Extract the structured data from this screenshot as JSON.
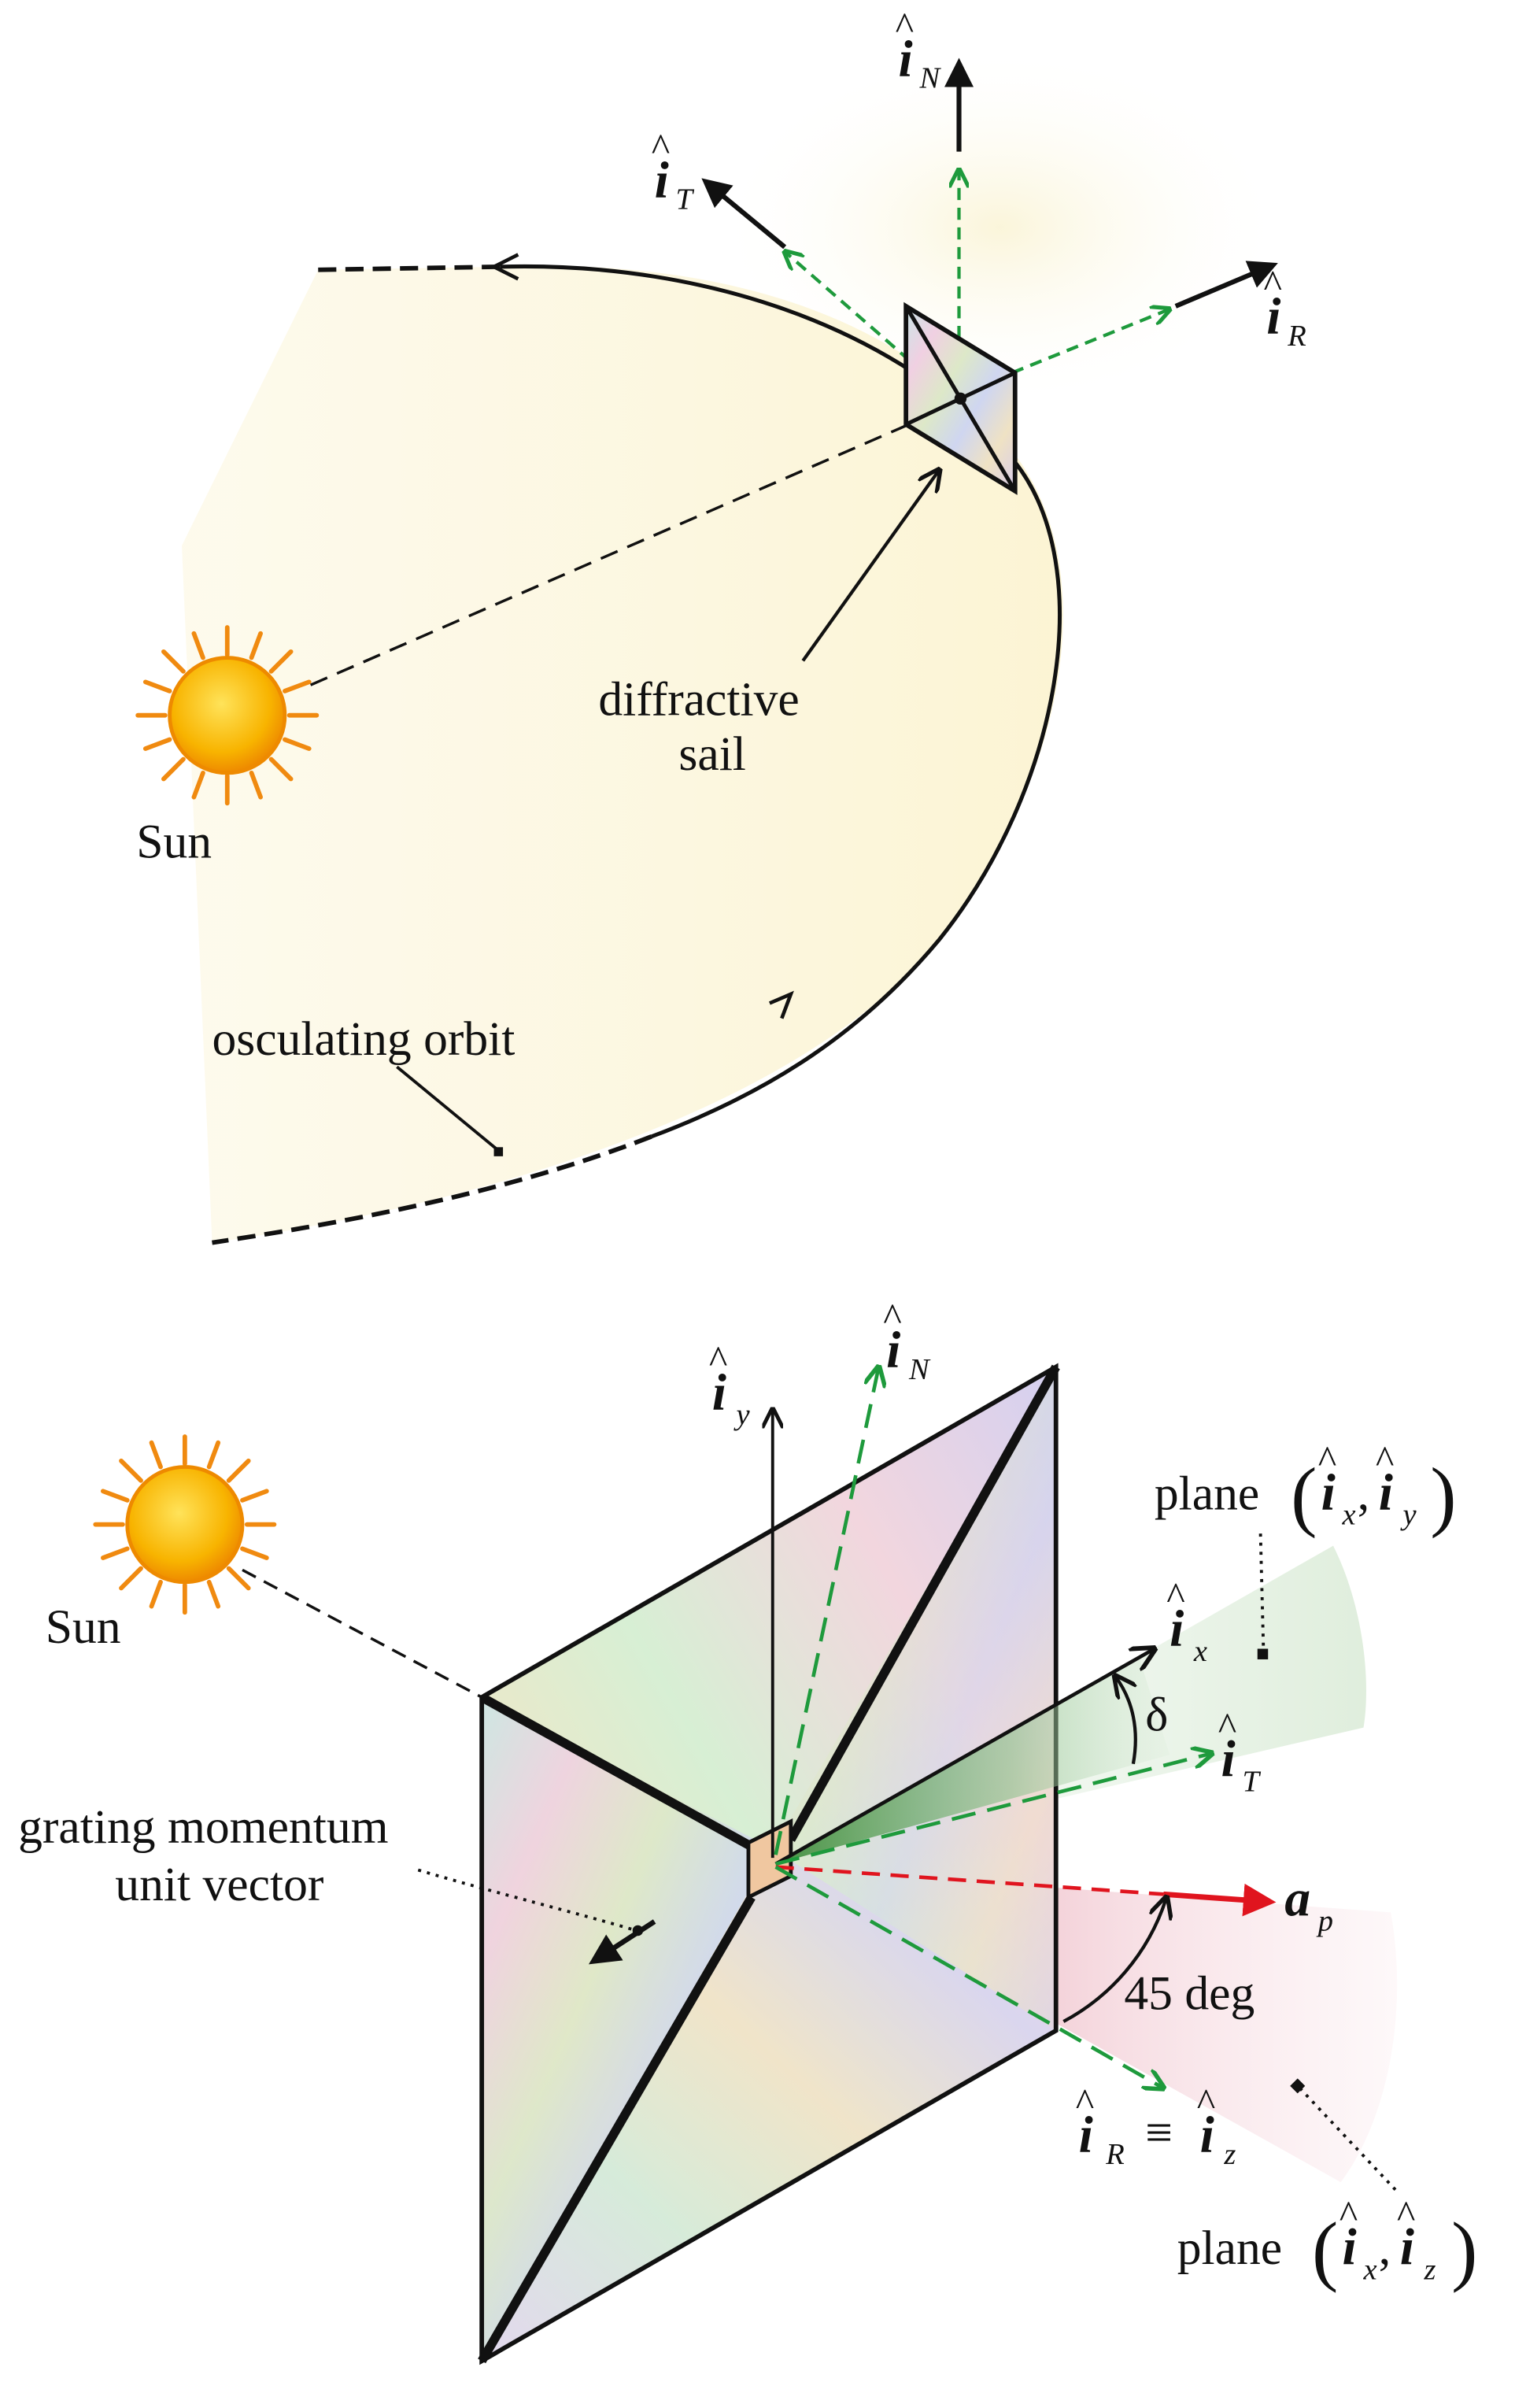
{
  "top_figure": {
    "sun_label": "Sun",
    "sail_label_line1": "diffractive",
    "sail_label_line2": "sail",
    "orbit_label": "osculating orbit",
    "axes": {
      "normal_sub": "N",
      "transverse_sub": "T",
      "radial_sub": "R",
      "vector_symbol": "i"
    }
  },
  "bottom_figure": {
    "sun_label": "Sun",
    "grating_label_line1": "grating momentum",
    "grating_label_line2": "unit vector",
    "axes": {
      "vector_symbol": "i",
      "y_sub": "y",
      "x_sub": "x",
      "normal_sub": "N",
      "transverse_sub": "T",
      "radial_sub": "R",
      "z_sub": "z",
      "equiv": "≡"
    },
    "accel_symbol": "a",
    "accel_sub": "p",
    "delta_label": "δ",
    "angle_label": "45 deg",
    "plane_xy_word": "plane",
    "plane_xz_word": "plane",
    "comma": ","
  },
  "colors": {
    "orbit_fill": "#fcf8e4",
    "green_dashed": "#1e9a3c",
    "red_accel": "#e0141e",
    "sun_fill": "#f6b800",
    "sun_ray": "#f08a10",
    "green_plane": "#5a9a50",
    "pink_plane": "#e69aa8"
  }
}
